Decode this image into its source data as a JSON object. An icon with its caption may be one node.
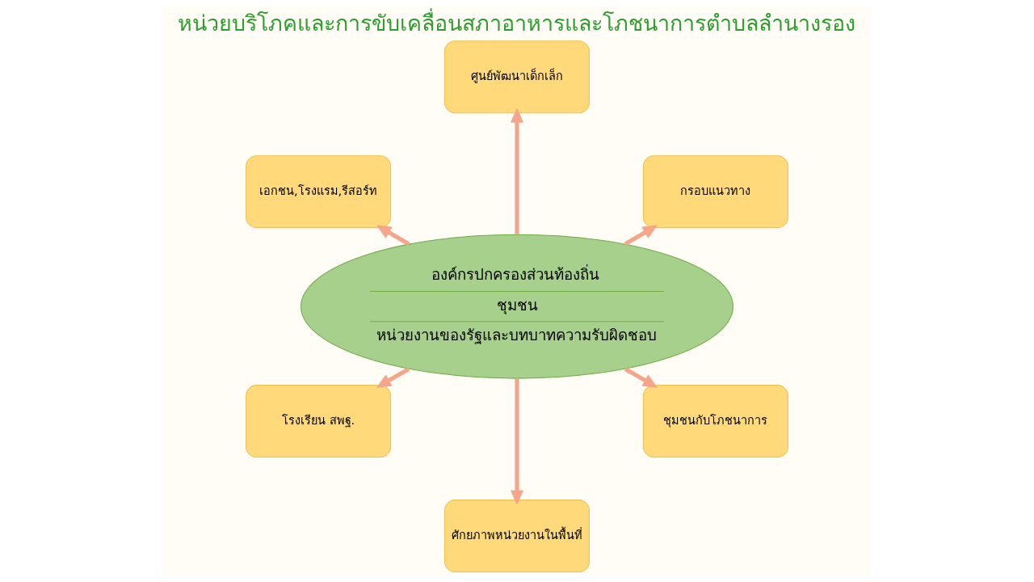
{
  "diagram": {
    "title": "หน่วยบริโภคและการขับเคลื่อนสภาอาหารและโภชนาการตำบลลำนางรอง",
    "nodes": [
      {
        "text": [
          "กรอบแนวทาง"
        ]
      },
      {
        "text": [
          "ศูนย์พัฒนาเด็กเล็ก"
        ]
      },
      {
        "text": [
          "องค์กรปกครองส่วนท้องถิ่น",
          "ชุมชน",
          "หน่วยงานของรัฐและบทบาทความรับผิดชอบ"
        ]
      },
      {
        "text": [
          "เอกชน,โรงแรม,รีสอร์ท"
        ]
      },
      {
        "text": [
          "โรงเรียน สพฐ."
        ]
      },
      {
        "text": [
          "ศักยภาพหน่วยงานในพื้นที่"
        ]
      },
      {
        "text": [
          "ชุมชนกับโภชนาการ"
        ]
      }
    ],
    "edges": [
      {
        "from": 2,
        "to": 0,
        "arrow": "to"
      },
      {
        "from": 2,
        "to": 1,
        "arrow": "to"
      },
      {
        "from": 2,
        "to": 3,
        "arrow": "to"
      },
      {
        "from": 2,
        "to": 4,
        "arrow": "to"
      },
      {
        "from": 2,
        "to": 5,
        "arrow": "to"
      },
      {
        "from": 2,
        "to": 6,
        "arrow": "to"
      }
    ]
  }
}
